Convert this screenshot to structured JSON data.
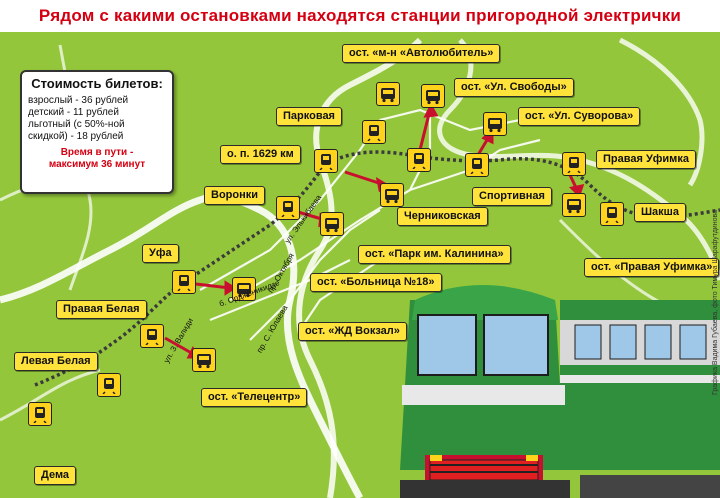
{
  "title": "Рядом с какими остановками находятся станции пригородной электрички",
  "price_box": {
    "heading": "Стоимость билетов:",
    "items": [
      "взрослый - 36 рублей",
      "детский - 11 рублей",
      "льготный (с 50%-ной",
      "скидкой) - 18 рублей"
    ],
    "travel_time_line1": "Время в пути -",
    "travel_time_line2": "максимум 36 минут"
  },
  "stations": {
    "dema": "Дема",
    "levaya_belaya": "Левая Белая",
    "pravaya_belaya": "Правая Белая",
    "ufa": "Уфа",
    "voronki": "Воронки",
    "op_1629": "о. п. 1629 км",
    "parkovaya": "Парковая",
    "chernikovskaya": "Черниковская",
    "sportivnaya": "Спортивная",
    "pravaya_ufimka": "Правая Уфимка",
    "shakhsha": "Шакша"
  },
  "stops": {
    "avtolyubitel": "ост. «м-н «Автолюбитель»",
    "svobody": "ост. «Ул. Свободы»",
    "suvorova": "ост. «Ул. Суворова»",
    "park_kalinina": "ост. «Парк им. Калинина»",
    "bolnitsa": "ост. «Больница №18»",
    "zhd_vokzal": "ост. «ЖД Вокзал»",
    "telecentr": "ост. «Телецентр»",
    "pravaya_ufimka": "ост. «Правая Уфимка»"
  },
  "streets": {
    "elkibaeva": "ул. Элькибаева",
    "oktyabrya": "пр. Октября",
    "ordzhonikidze": "б. Орджоникидзе",
    "salavata": "пр. С. Юлаева",
    "zaki": "ул. З. Валиди"
  },
  "credit": "Графика Вадима Губаева, фото Тимура Шарафутдинова",
  "colors": {
    "map_land": "#93c63b",
    "rivers": "#ffffff",
    "railway": "#3b3b3b",
    "label_bg": "#ffe33a",
    "title_red": "#d40012",
    "connector_arrow": "#c8102e",
    "train_body": "#2f8f3c"
  }
}
